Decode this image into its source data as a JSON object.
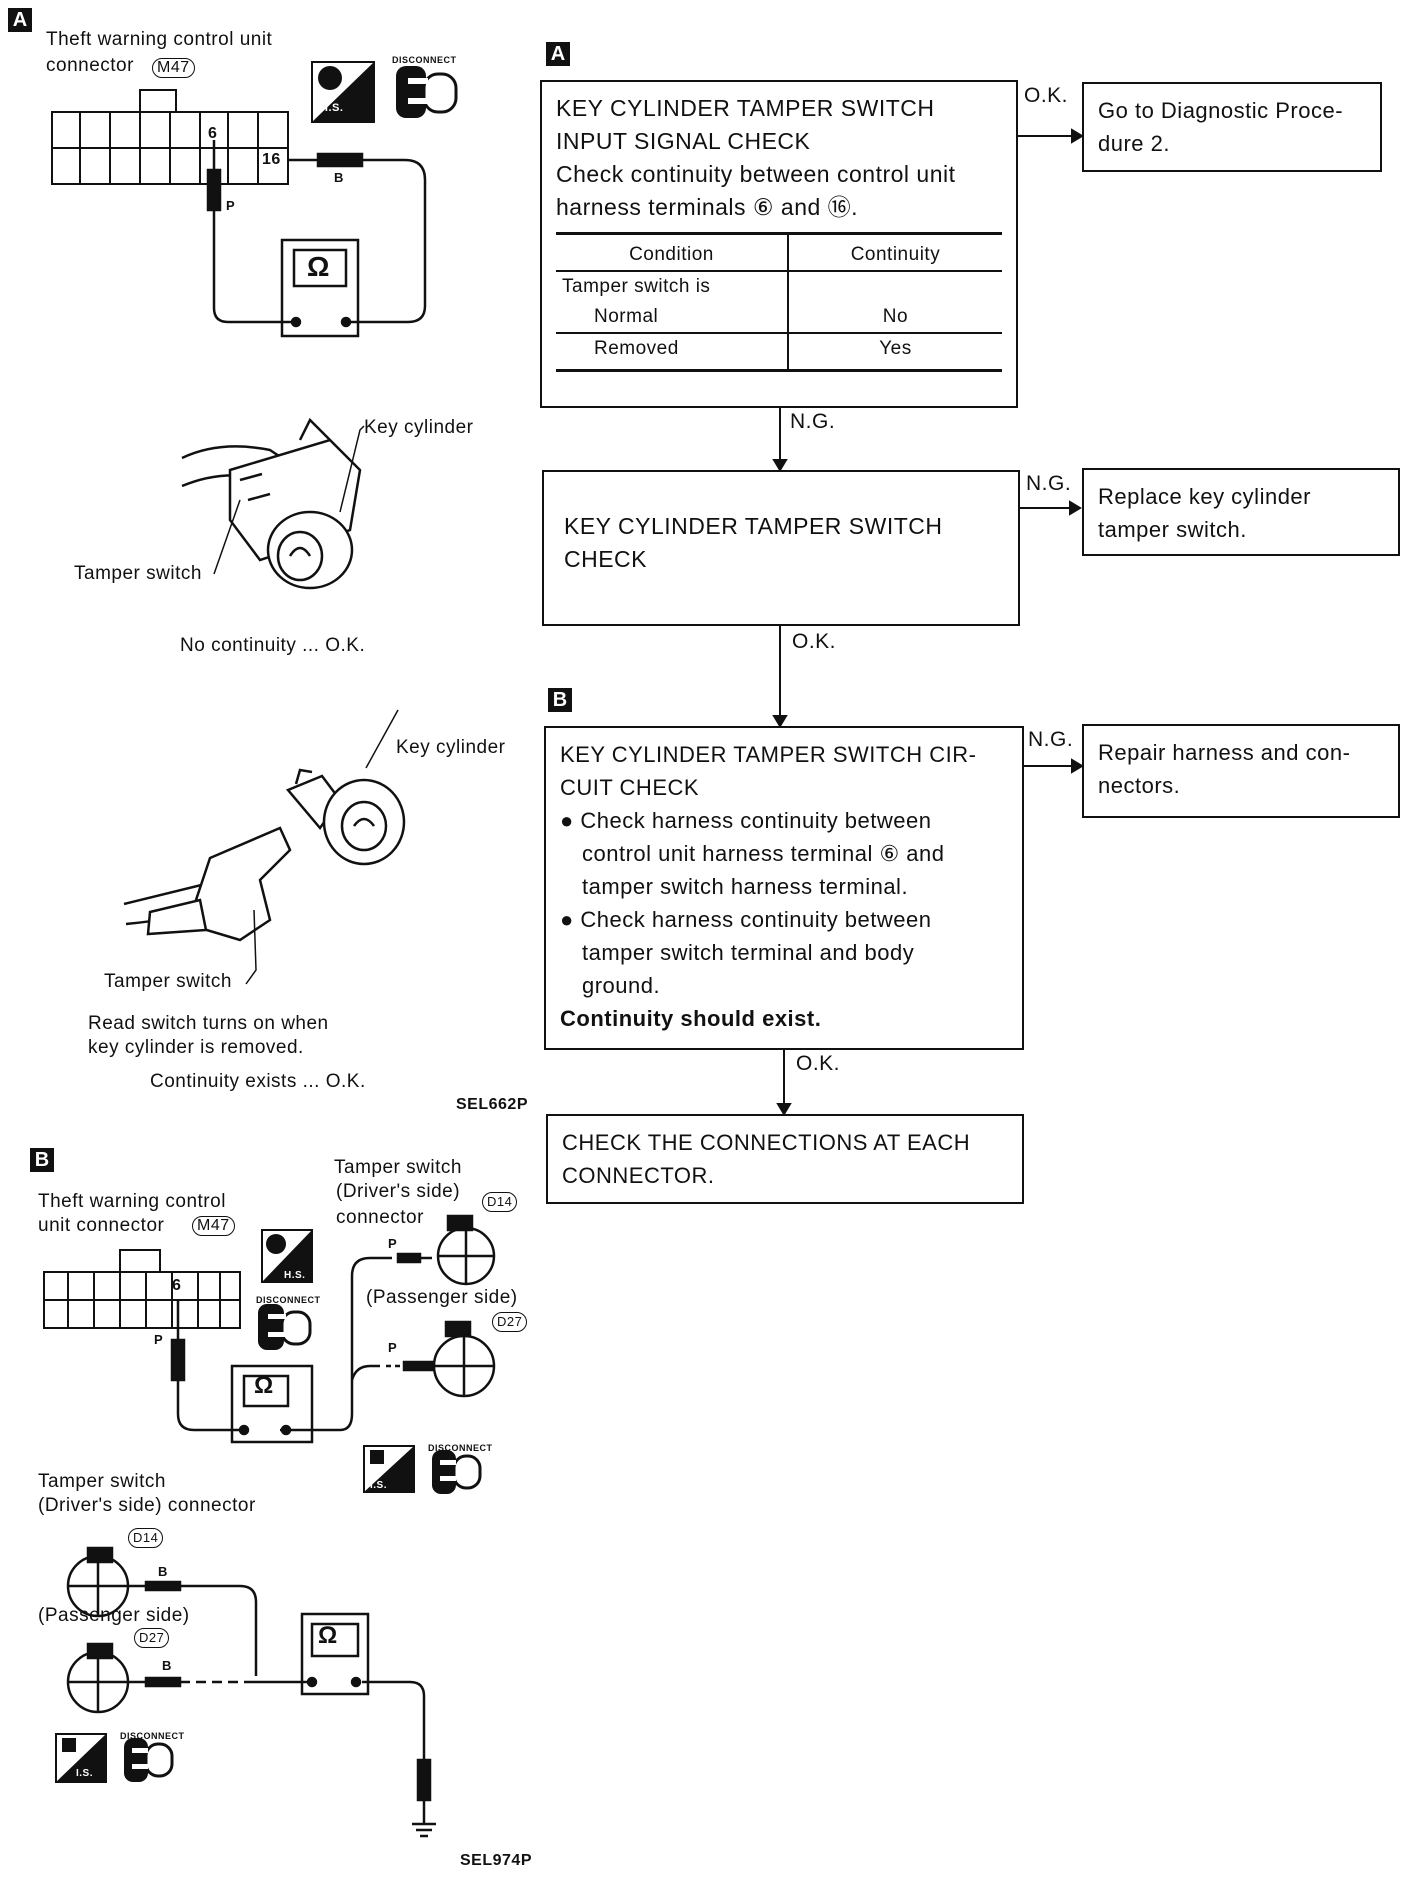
{
  "figA": {
    "label": "A",
    "connector_title_line1": "Theft warning control unit",
    "connector_title_line2": "connector",
    "connector_id": "M47",
    "hs_label": "H.S.",
    "disconnect_label": "DISCONNECT",
    "pin6": "6",
    "pin16": "16",
    "wire_p": "P",
    "wire_b": "B",
    "ohm": "Ω",
    "key_cylinder": "Key cylinder",
    "tamper_switch": "Tamper switch",
    "result1": "No continuity ... O.K.",
    "key_cylinder2": "Key cylinder",
    "tamper_switch2": "Tamper switch",
    "note_line1": "Read switch turns on when",
    "note_line2": "key cylinder is removed.",
    "result2": "Continuity exists ... O.K.",
    "ref": "SEL662P"
  },
  "figB": {
    "label": "B",
    "connector_title_line1": "Theft warning control",
    "connector_title_line2": "unit connector",
    "connector_id": "M47",
    "pin6": "6",
    "wire_p": "P",
    "wire_b": "B",
    "ohm": "Ω",
    "hs_label": "H.S.",
    "is_label": "I.S.",
    "disconnect_label": "DISCONNECT",
    "ts_title_line1": "Tamper switch",
    "ts_title_line2": "(Driver's side)",
    "ts_title_line3": "connector",
    "d14": "D14",
    "passenger": "(Passenger side)",
    "d27": "D27",
    "ts2_line1": "Tamper switch",
    "ts2_line2": "(Driver's side) connector",
    "ref": "SEL974P"
  },
  "flow": {
    "labelA": "A",
    "labelB": "B",
    "box1": {
      "line1": "KEY CYLINDER TAMPER SWITCH",
      "line2": "INPUT SIGNAL CHECK",
      "line3": "Check continuity between control unit",
      "line4": "harness terminals ⑥ and ⑯.",
      "col1": "Condition",
      "col2": "Continuity",
      "row0": "Tamper switch is",
      "row1_cond": "Normal",
      "row1_val": "No",
      "row2_cond": "Removed",
      "row2_val": "Yes"
    },
    "ok1": "O.K.",
    "res1_line1": "Go to Diagnostic Proce-",
    "res1_line2": "dure 2.",
    "ng1": "N.G.",
    "box2": {
      "line1": "KEY CYLINDER TAMPER SWITCH",
      "line2": "CHECK"
    },
    "ng2": "N.G.",
    "res2_line1": "Replace key cylinder",
    "res2_line2": "tamper switch.",
    "ok2": "O.K.",
    "box3": {
      "line1": "KEY CYLINDER TAMPER SWITCH CIR-",
      "line2": "CUIT CHECK",
      "b1_line1": "● Check harness continuity between",
      "b1_line2": "control unit harness terminal ⑥ and",
      "b1_line3": "tamper switch harness terminal.",
      "b2_line1": "● Check harness continuity between",
      "b2_line2": "tamper switch terminal and body",
      "b2_line3": "ground.",
      "bold": "Continuity should exist."
    },
    "ng3": "N.G.",
    "res3_line1": "Repair harness and con-",
    "res3_line2": "nectors.",
    "ok3": "O.K.",
    "box4": {
      "line1": "CHECK THE CONNECTIONS AT EACH",
      "line2": "CONNECTOR."
    }
  }
}
